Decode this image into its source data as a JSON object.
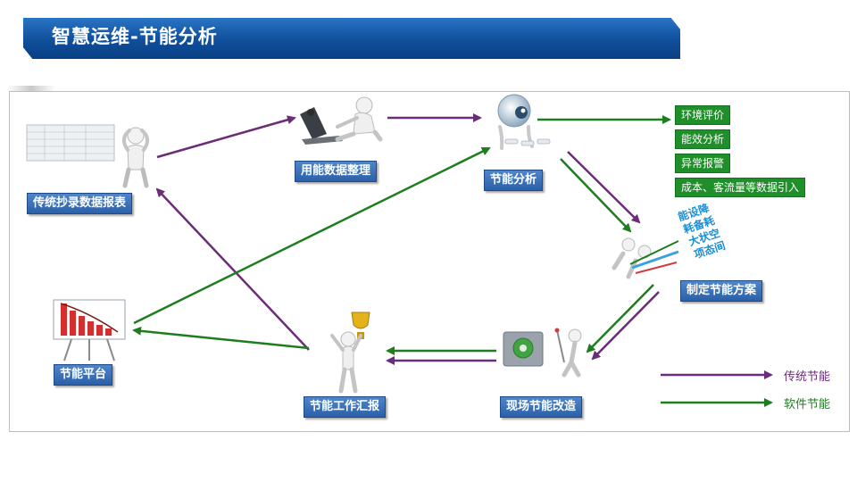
{
  "header": {
    "title": "智慧运维-节能分析"
  },
  "nodes": {
    "report": "传统抄录数据报表",
    "organize": "用能数据整理",
    "analysis": "节能分析",
    "plan": "制定节能方案",
    "retrofit": "现场节能改造",
    "summary": "节能工作汇报",
    "platform": "节能平台"
  },
  "outputs": [
    "环境评价",
    "能效分析",
    "异常报警",
    "成本、客流量等数据引入"
  ],
  "plan_text": [
    "能设降",
    "耗备耗",
    "大状空",
    "项态间"
  ],
  "legend": [
    {
      "label": "传统节能",
      "color": "#6b2c78"
    },
    {
      "label": "软件节能",
      "color": "#1e7d1e"
    }
  ],
  "colors": {
    "traditional": "#6b2c78",
    "software": "#1e7d1e",
    "banner": "#0f4f9c"
  }
}
